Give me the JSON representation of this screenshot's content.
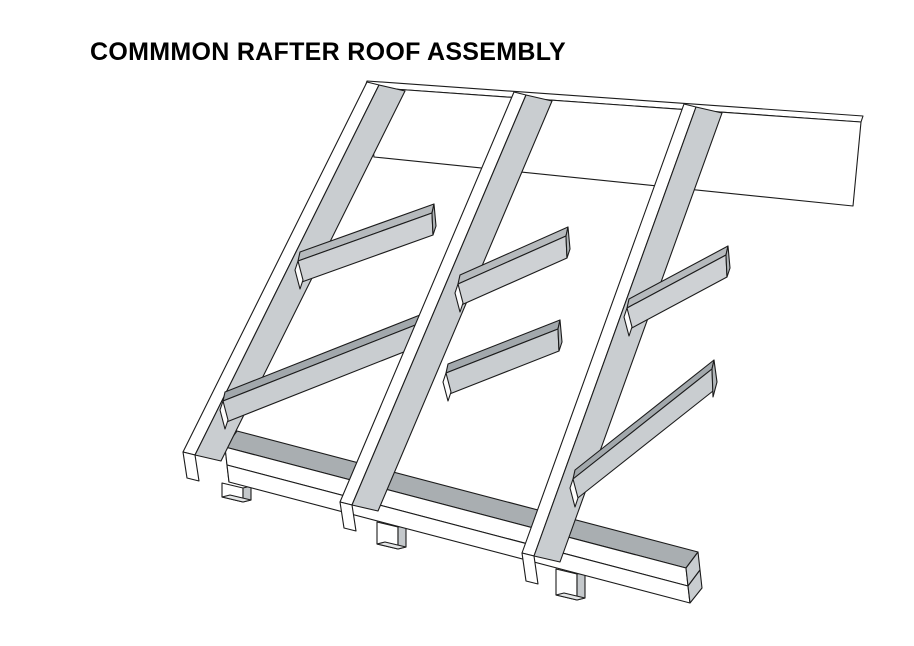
{
  "title": "COMMMON RAFTER ROOF ASSEMBLY",
  "diagram": {
    "kind": "3d-line-drawing",
    "style": "sketchup-axonometric",
    "background": "#ffffff",
    "outline_color": "#1c1c1c",
    "colors": {
      "face_white": "#ffffff",
      "face_light_gray": "#c9cdd0",
      "face_medium_gray": "#b0b5b8",
      "plate_top_gray": "#a9aeb1",
      "purlin_strip_dark": "#a2a8ac"
    },
    "parts": {
      "ridge_board": "ridge board",
      "rafters": [
        "common rafter 1",
        "common rafter 2",
        "common rafter 3"
      ],
      "purlins_upper": [
        "purlin block upper 1",
        "purlin block upper 2",
        "purlin block upper 3"
      ],
      "purlins_lower": [
        "purlin block lower 1",
        "purlin block lower 2",
        "purlin block lower 3"
      ],
      "plate": "double top plate",
      "studs": [
        "wall stud 1",
        "wall stud 2",
        "wall stud 3"
      ]
    }
  }
}
